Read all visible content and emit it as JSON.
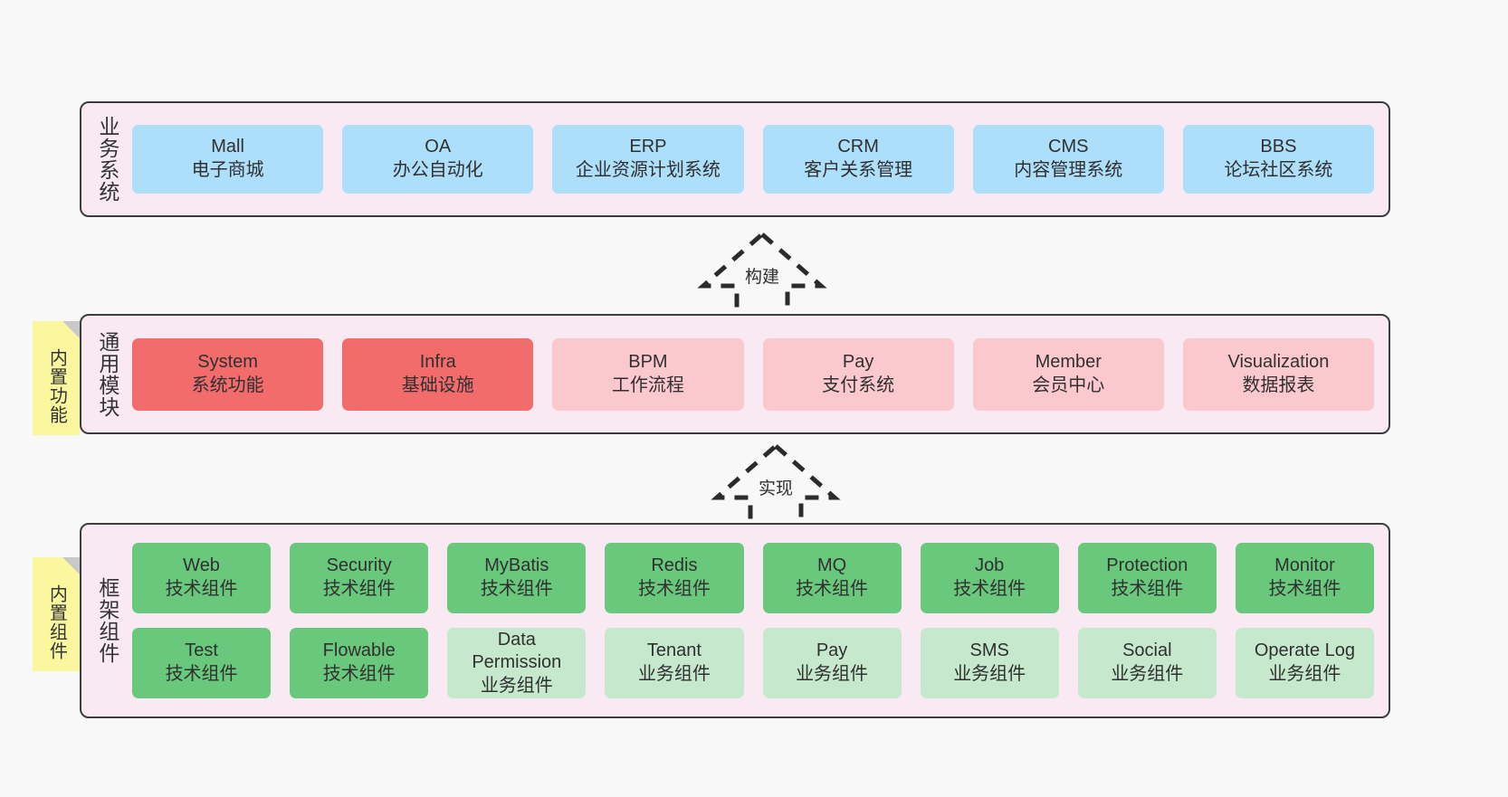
{
  "diagram": {
    "background_color": "#f8f8f8",
    "layer_fill": "#f9e9f3",
    "layer_border": "#3d3d3d",
    "note_color": "#fbf79e"
  },
  "layers": [
    {
      "id": "business-system",
      "title": "业务系统",
      "rows": [
        {
          "cards": [
            {
              "name": "Mall",
              "sub": "电子商城",
              "color": "#addffb",
              "style": "c-blue"
            },
            {
              "name": "OA",
              "sub": "办公自动化",
              "color": "#addffb",
              "style": "c-blue"
            },
            {
              "name": "ERP",
              "sub": "企业资源计划系统",
              "color": "#addffb",
              "style": "c-blue"
            },
            {
              "name": "CRM",
              "sub": "客户关系管理",
              "color": "#addffb",
              "style": "c-blue"
            },
            {
              "name": "CMS",
              "sub": "内容管理系统",
              "color": "#addffb",
              "style": "c-blue"
            },
            {
              "name": "BBS",
              "sub": "论坛社区系统",
              "color": "#addffb",
              "style": "c-blue"
            }
          ]
        }
      ]
    },
    {
      "id": "common-module",
      "title": "通用模块",
      "note": "内置功能",
      "rows": [
        {
          "cards": [
            {
              "name": "System",
              "sub": "系统功能",
              "color": "#f26c6c",
              "style": "c-red"
            },
            {
              "name": "Infra",
              "sub": "基础设施",
              "color": "#f26c6c",
              "style": "c-red"
            },
            {
              "name": "BPM",
              "sub": "工作流程",
              "color": "#fbc9cd",
              "style": "c-pink"
            },
            {
              "name": "Pay",
              "sub": "支付系统",
              "color": "#fbc9cd",
              "style": "c-pink"
            },
            {
              "name": "Member",
              "sub": "会员中心",
              "color": "#fbc9cd",
              "style": "c-pink"
            },
            {
              "name": "Visualization",
              "sub": "数据报表",
              "color": "#fbc9cd",
              "style": "c-pink"
            }
          ]
        }
      ]
    },
    {
      "id": "framework-component",
      "title": "框架组件",
      "note": "内置组件",
      "rows": [
        {
          "cards": [
            {
              "name": "Web",
              "sub": "技术组件",
              "color": "#69c87c",
              "style": "c-green"
            },
            {
              "name": "Security",
              "sub": "技术组件",
              "color": "#69c87c",
              "style": "c-green"
            },
            {
              "name": "MyBatis",
              "sub": "技术组件",
              "color": "#69c87c",
              "style": "c-green"
            },
            {
              "name": "Redis",
              "sub": "技术组件",
              "color": "#69c87c",
              "style": "c-green"
            },
            {
              "name": "MQ",
              "sub": "技术组件",
              "color": "#69c87c",
              "style": "c-green"
            },
            {
              "name": "Job",
              "sub": "技术组件",
              "color": "#69c87c",
              "style": "c-green"
            },
            {
              "name": "Protection",
              "sub": "技术组件",
              "color": "#69c87c",
              "style": "c-green"
            },
            {
              "name": "Monitor",
              "sub": "技术组件",
              "color": "#69c87c",
              "style": "c-green"
            }
          ]
        },
        {
          "cards": [
            {
              "name": "Test",
              "sub": "技术组件",
              "color": "#69c87c",
              "style": "c-green"
            },
            {
              "name": "Flowable",
              "sub": "技术组件",
              "color": "#69c87c",
              "style": "c-green"
            },
            {
              "name": "Data",
              "name2": "Permission",
              "sub": "业务组件",
              "color": "#c6e9ce",
              "style": "c-lightgreen"
            },
            {
              "name": "Tenant",
              "sub": "业务组件",
              "color": "#c6e9ce",
              "style": "c-lightgreen"
            },
            {
              "name": "Pay",
              "sub": "业务组件",
              "color": "#c6e9ce",
              "style": "c-lightgreen"
            },
            {
              "name": "SMS",
              "sub": "业务组件",
              "color": "#c6e9ce",
              "style": "c-lightgreen"
            },
            {
              "name": "Social",
              "sub": "业务组件",
              "color": "#c6e9ce",
              "style": "c-lightgreen"
            },
            {
              "name": "Operate Log",
              "sub": "业务组件",
              "color": "#c6e9ce",
              "style": "c-lightgreen"
            }
          ]
        }
      ]
    }
  ],
  "connectors": [
    {
      "id": "build",
      "label": "构建",
      "from": "common-module",
      "to": "business-system"
    },
    {
      "id": "implement",
      "label": "实现",
      "from": "framework-component",
      "to": "common-module"
    }
  ]
}
